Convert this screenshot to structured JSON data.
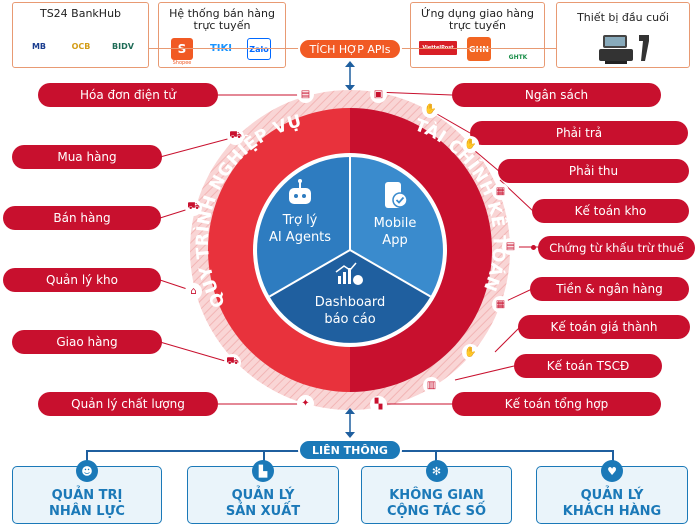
{
  "top": {
    "bankhub": {
      "title": "TS24 BankHub",
      "logos": [
        "MB",
        "OCB",
        "BIDV"
      ]
    },
    "ecommerce": {
      "title": "Hệ thống bán hàng\ntrực tuyến",
      "logos": [
        "Shopee",
        "TIKI",
        "Zalo"
      ]
    },
    "apis_label": "TÍCH HỢP APIs",
    "delivery": {
      "title": "Ứng dụng giao hàng\ntrực tuyến",
      "logos": [
        "ViettelPost",
        "GHN",
        "GHTK"
      ]
    },
    "devices": {
      "title": "Thiết bị đầu cuối"
    }
  },
  "center": {
    "ai": "Trợ lý\nAI Agents",
    "mobile": "Mobile\nApp",
    "dashboard": "Dashboard\nbáo cáo",
    "ring_left": "QUY TRÌNH NGHIỆP VỤ",
    "ring_right": "TÀI CHÍNH KẾ TOÁN"
  },
  "left_items": [
    "Hóa đơn điện tử",
    "Mua hàng",
    "Bán hàng",
    "Quản lý kho",
    "Giao hàng",
    "Quản lý chất lượng"
  ],
  "right_items": [
    "Ngân sách",
    "Phải trả",
    "Phải thu",
    "Kế toán kho",
    "Chứng từ khấu trừ thuế",
    "Tiền & ngân hàng",
    "Kế toán giá thành",
    "Kế toán TSCĐ",
    "Kế toán tổng hợp"
  ],
  "lien_thong": "LIÊN THÔNG",
  "bottom": [
    {
      "label": "QUẢN TRỊ\nNHÂN LỰC",
      "icon": "people-icon"
    },
    {
      "label": "QUẢN LÝ\nSẢN XUẤT",
      "icon": "factory-icon"
    },
    {
      "label": "KHÔNG GIAN\nCỘNG TÁC SỐ",
      "icon": "network-icon"
    },
    {
      "label": "QUẢN LÝ\nKHÁCH HÀNG",
      "icon": "heart-icon"
    }
  ],
  "colors": {
    "red": "#c8102e",
    "orange": "#f15a24",
    "blue": "#1b79b8",
    "dark_blue": "#1f5f9f"
  }
}
